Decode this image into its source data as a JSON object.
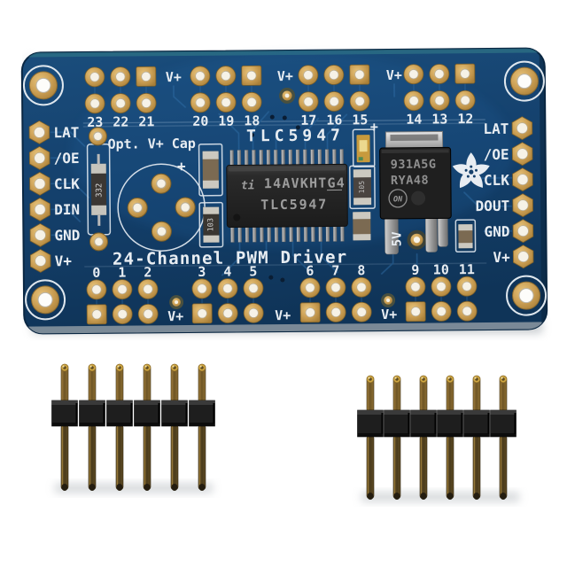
{
  "board": {
    "labels": {
      "vplus": "V+",
      "plus": "+",
      "title": "24-Channel PWM Driver",
      "chip_silk": "TLC5947",
      "opt_cap": "Opt. V+ Cap",
      "reg_5v": "5V"
    },
    "top_pins": [
      "23",
      "22",
      "21",
      "20",
      "19",
      "18",
      "17",
      "16",
      "15",
      "14",
      "13",
      "12"
    ],
    "bottom_pins": [
      "0",
      "1",
      "2",
      "3",
      "4",
      "5",
      "6",
      "7",
      "8",
      "9",
      "10",
      "11"
    ],
    "left_pins": [
      "LAT",
      "/OE",
      "CLK",
      "DIN",
      "GND",
      "V+"
    ],
    "right_pins": [
      "LAT",
      "/OE",
      "CLK",
      "DOUT",
      "GND",
      "V+"
    ],
    "ic": {
      "logo": "ti",
      "line1": "14AVKHTG4",
      "line2": "TLC5947"
    },
    "regulator": {
      "line1": "931A5G",
      "line2": "RYA48",
      "logo": "ON"
    },
    "smd": {
      "resistor": "332",
      "cap_left": "103",
      "cap_right": "105"
    }
  },
  "colors": {
    "background": "#ffffff",
    "pcb_blue": "#143f6a",
    "trace_blue": "#2e6ea8",
    "silkscreen": "#e8edf2",
    "pad_gold": "#c89c52",
    "chip_body": "#242424",
    "header_plastic": "#1e1e1e"
  }
}
